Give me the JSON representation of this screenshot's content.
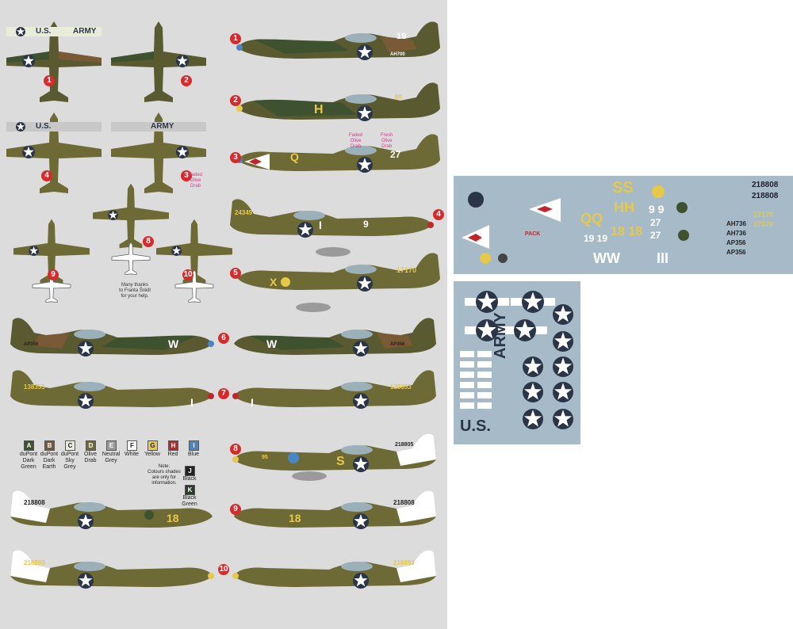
{
  "colors": {
    "sheet_bg": "#dcdcdc",
    "decal_bg": "#a7bac7",
    "olive_drab": "#6d6a35",
    "dark_earth": "#7a5a36",
    "dark_green": "#3e5230",
    "neutral_grey": "#9a9a9a",
    "marker_red": "#d82a2a",
    "insignia_blue": "#2b3548",
    "nose_red": "#c0272d",
    "spinner_blue": "#4a86c6",
    "yellow": "#e6c84a"
  },
  "profile_numbers": [
    "1",
    "2",
    "3",
    "4",
    "5",
    "6",
    "7",
    "8",
    "9",
    "10"
  ],
  "upper_views": {
    "us_label": "U.S.",
    "army_label": "ARMY"
  },
  "credits": {
    "line1": "Many thanks",
    "line2": "to Franta Šrédl",
    "line3": "for your help."
  },
  "faded_note": {
    "l1": "Faded",
    "l2": "Olive",
    "l3": "Drab"
  },
  "faded_note2": {
    "l1": "Faded",
    "l2": "Olive",
    "l3": "Drab"
  },
  "fresh_note": {
    "l1": "Fresh",
    "l2": "Olive",
    "l3": "Drab"
  },
  "legend": [
    {
      "code": "A",
      "name1": "duPont",
      "name2": "Dark",
      "name3": "Green",
      "color": "#3e5230",
      "text": "#fff"
    },
    {
      "code": "B",
      "name1": "duPont",
      "name2": "Dark",
      "name3": "Earth",
      "color": "#7a5a36",
      "text": "#fff"
    },
    {
      "code": "C",
      "name1": "duPont",
      "name2": "Sky",
      "name3": "Grey",
      "color": "#e8ecd8",
      "text": "#222"
    },
    {
      "code": "D",
      "name1": "Olive",
      "name2": "Drab",
      "name3": "",
      "color": "#6d6a35",
      "text": "#fff"
    },
    {
      "code": "E",
      "name1": "Neutral",
      "name2": "Grey",
      "name3": "",
      "color": "#9a9a9a",
      "text": "#fff"
    },
    {
      "code": "F",
      "name1": "White",
      "name2": "",
      "name3": "",
      "color": "#ffffff",
      "text": "#222"
    },
    {
      "code": "G",
      "name1": "Yellow",
      "name2": "",
      "name3": "",
      "color": "#e6c84a",
      "text": "#222"
    },
    {
      "code": "H",
      "name1": "Red",
      "name2": "",
      "name3": "",
      "color": "#c0272d",
      "text": "#fff"
    },
    {
      "code": "I",
      "name1": "Blue",
      "name2": "",
      "name3": "",
      "color": "#4a86c6",
      "text": "#fff"
    }
  ],
  "legend_extra": [
    {
      "code": "J",
      "name1": "Black",
      "name2": "",
      "color": "#222222",
      "text": "#fff"
    },
    {
      "code": "K",
      "name1": "Black",
      "name2": "Green",
      "color": "#2c3a28",
      "text": "#fff"
    }
  ],
  "legend_note": {
    "l1": "Note:",
    "l2": "Colours shades",
    "l3": "are only for",
    "l4": "information."
  },
  "aircraft_codes": {
    "p1_tail": "19",
    "p1_serial": "AH700",
    "p2_letter": "H",
    "p2_tail": "80",
    "p3_letter": "Q",
    "p3_tail": "27",
    "p4_serial": "24349",
    "p4_letter": "I",
    "p4_tail": "9",
    "p5_letter": "X",
    "p5_serial": "17170",
    "p6_letter": "W",
    "p6_serial": "AP356",
    "p7_serial": "138353",
    "p7_letter": "I",
    "p8_letter": "S",
    "p8_serial": "218805",
    "p8_code": "95",
    "p9_serial": "218808",
    "p9_code": "18",
    "p10_serial": "218893"
  },
  "decals_top": {
    "s1": "218808",
    "s2": "218808",
    "ss": "SS",
    "hh": "HH",
    "qq": "QQ",
    "n99": "9 9",
    "n27a": "27",
    "n27b": "27",
    "n1919": "19 19",
    "n1818": "18 18",
    "ww": "WW",
    "ii": "III",
    "ah736a": "AH736",
    "ah736b": "AH736",
    "ap356a": "AP356",
    "ap356b": "AP356",
    "y1": "17170",
    "y2": "17170",
    "pack": "PACK"
  },
  "decals_bottom": {
    "army": "ARMY",
    "us": "U.S."
  }
}
